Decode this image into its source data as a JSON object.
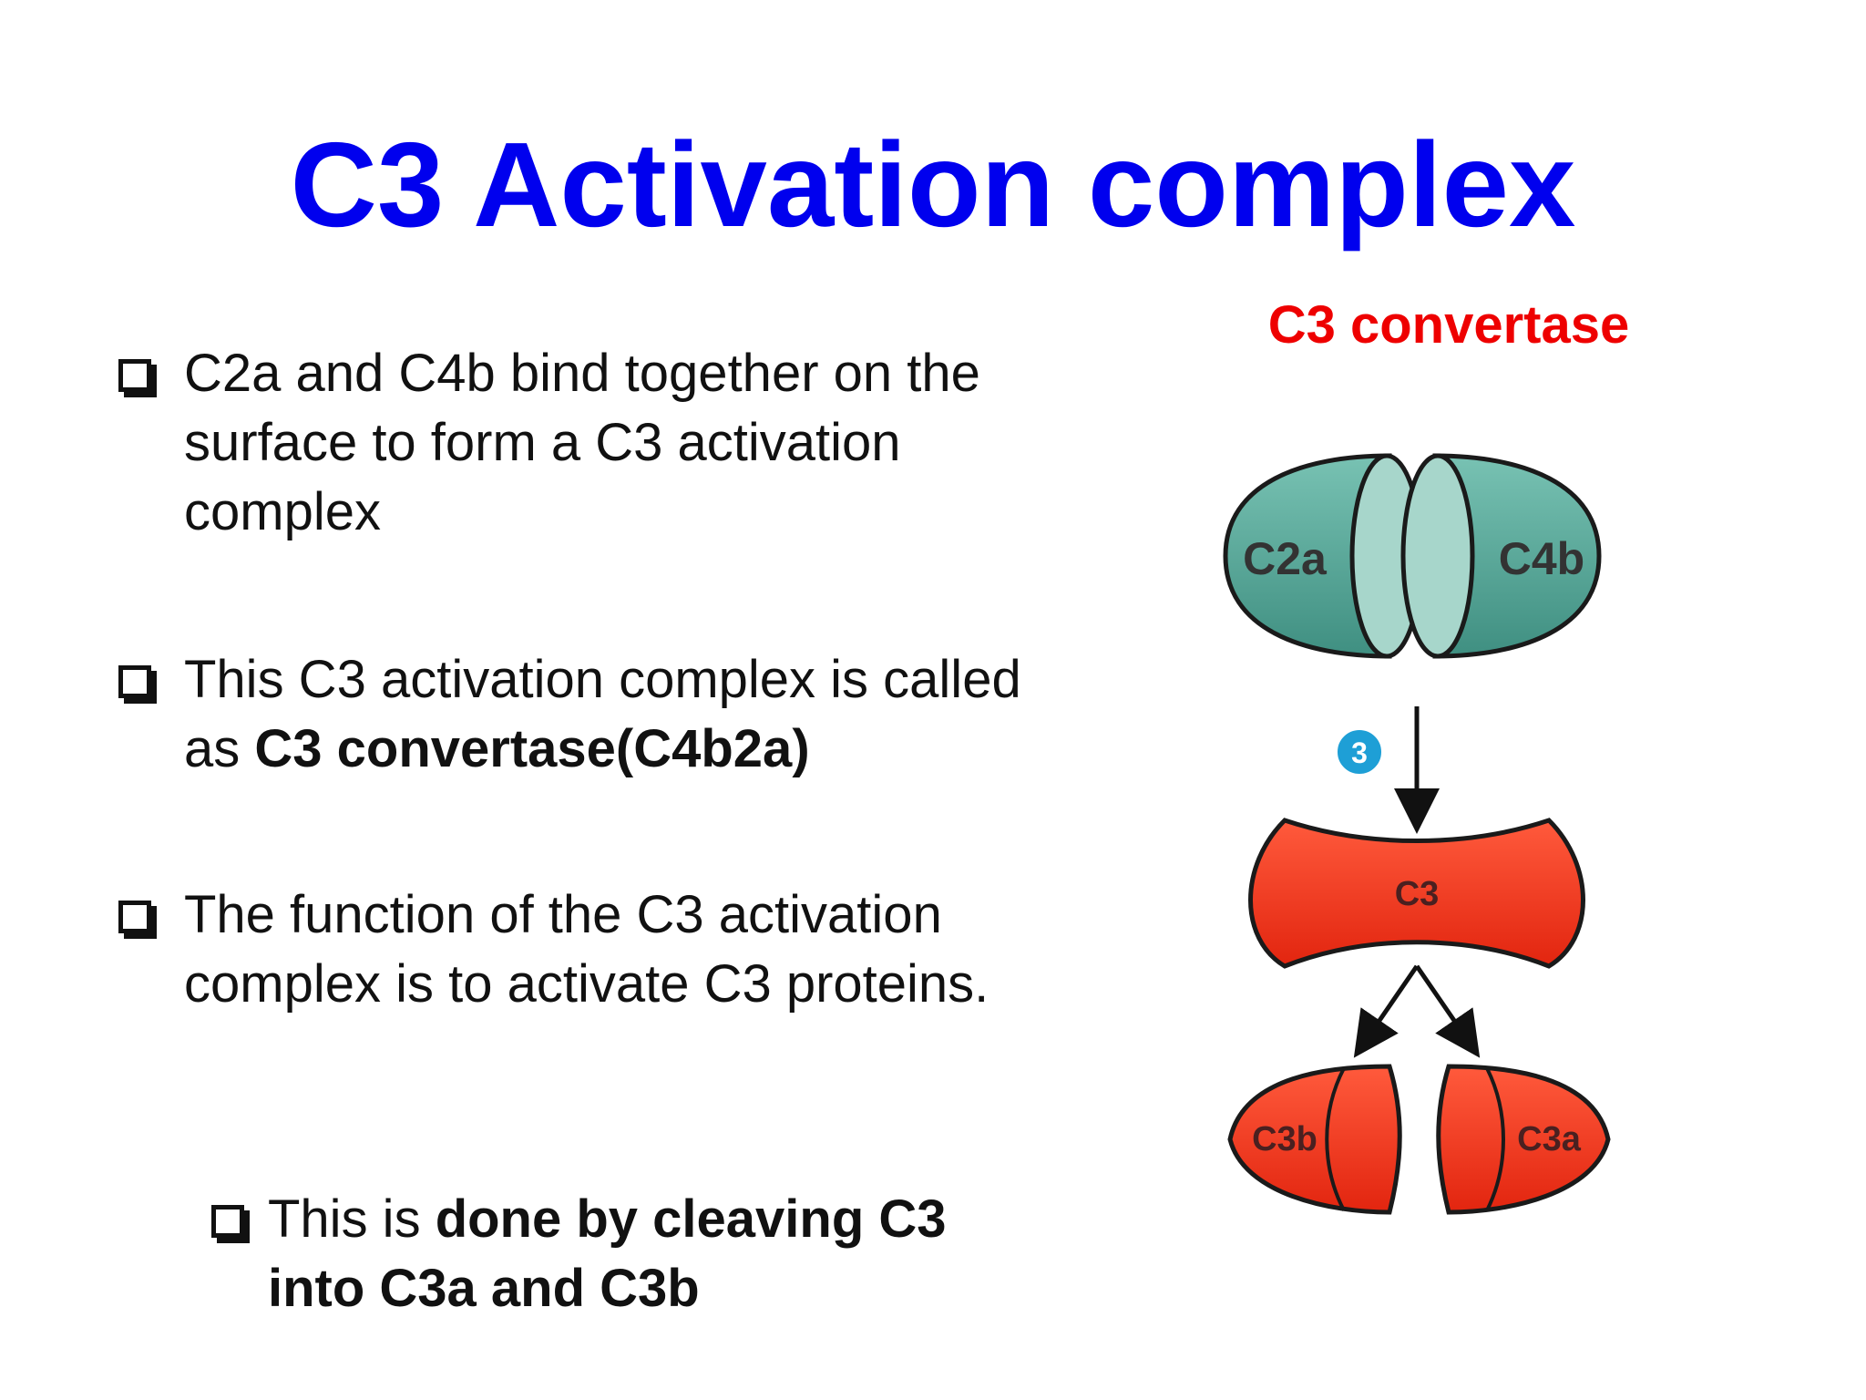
{
  "slide": {
    "title": "C3 Activation complex"
  },
  "bullets": [
    {
      "parts": [
        "C2a and C4b bind together on the surface to form a C3 activation complex"
      ]
    },
    {
      "text_before": "This C3 activation complex is called as ",
      "text_bold": "C3 convertase(C4b2a)"
    },
    {
      "parts": [
        "The function of the C3 activation complex is to activate C3 proteins."
      ]
    },
    {
      "text_before": "This is ",
      "text_bold": "done by cleaving C3 into C3a and C3b"
    }
  ],
  "diagram": {
    "title": "C3 convertase",
    "step_number": "3",
    "labels": {
      "c2a": "C2a",
      "c4b": "C4b",
      "c3": "C3",
      "c3b": "C3b",
      "c3a": "C3a"
    },
    "colors": {
      "title": "#0000ee",
      "diagram_title": "#ee0000",
      "teal_fill": "#5aa89a",
      "teal_light": "#a7d6cb",
      "red_fill": "#f23a20",
      "red_light": "#ff6a4f",
      "step_badge": "#1e9fd6"
    },
    "icons": {
      "bullet": "hollow-square-checkbox-icon"
    }
  }
}
